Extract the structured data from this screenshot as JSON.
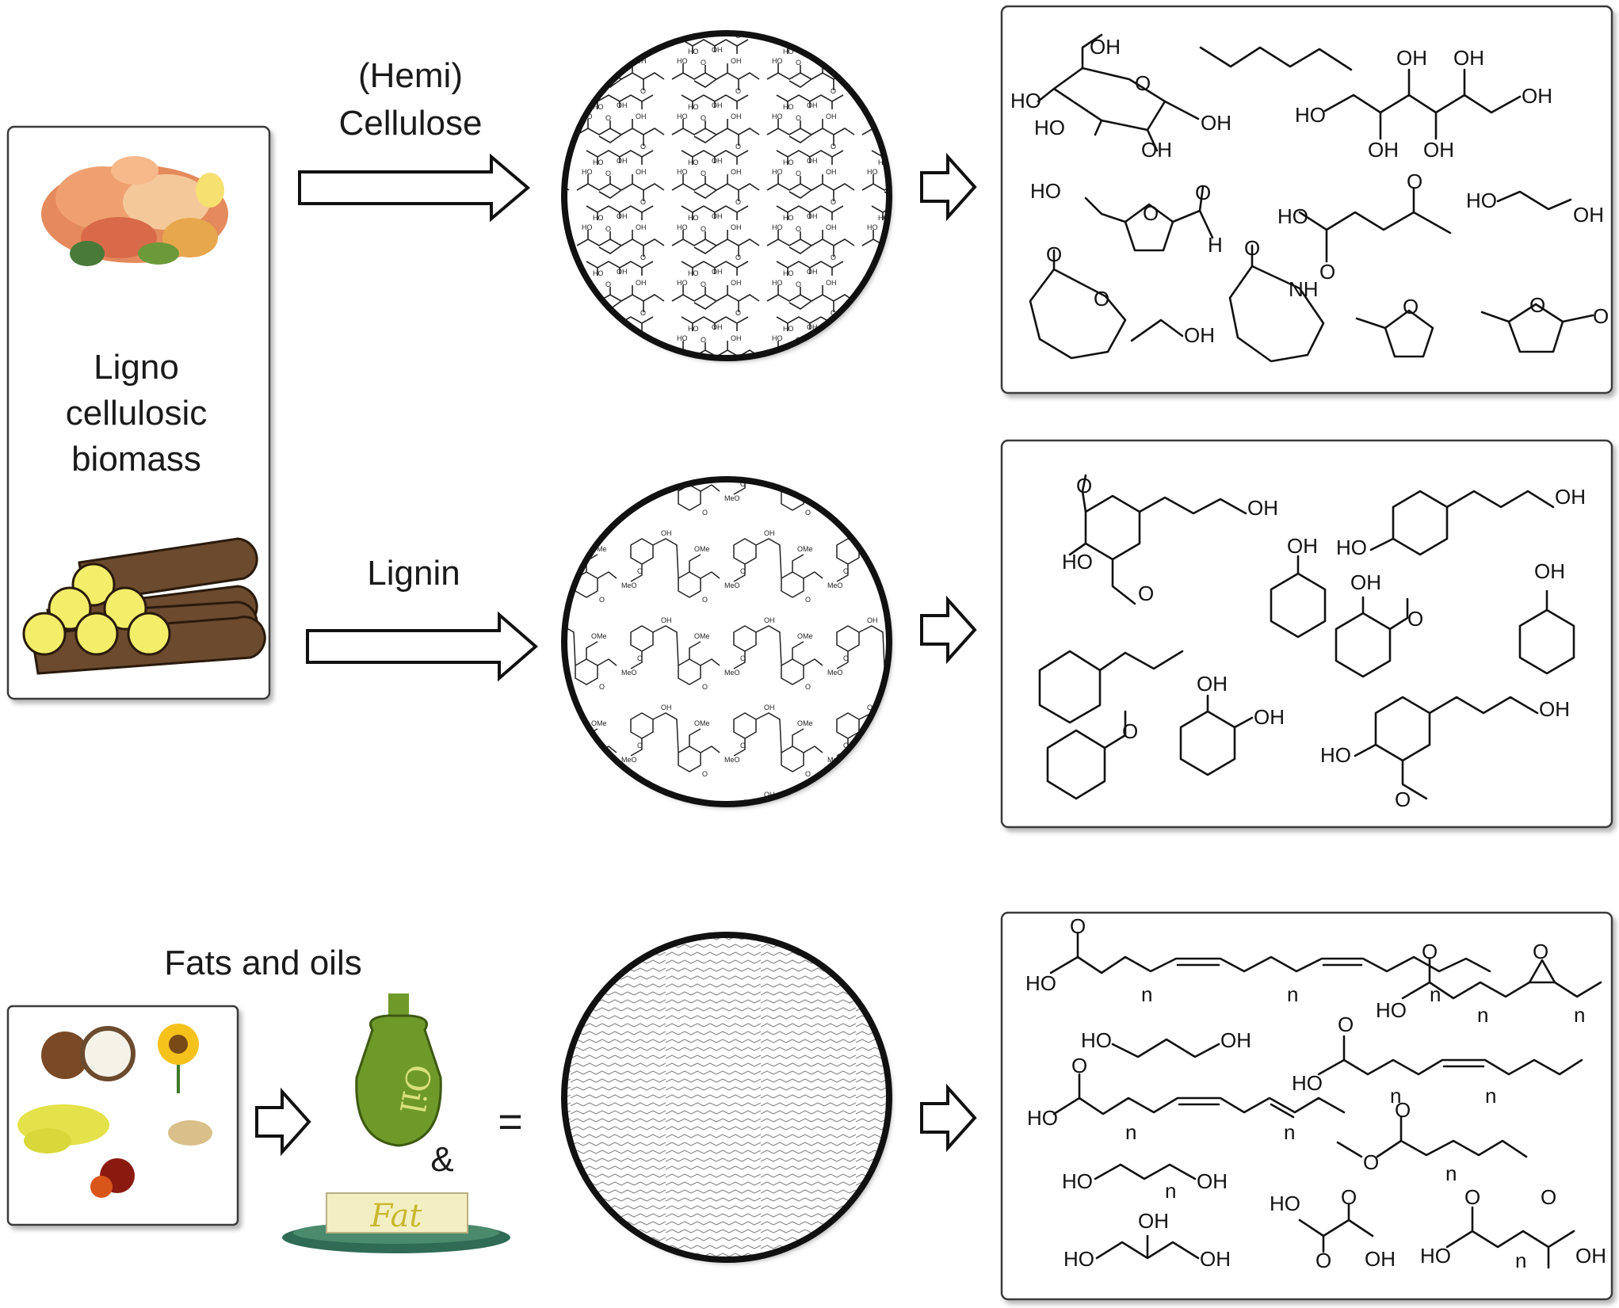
{
  "labels": {
    "hemicellulose_line1": "(Hemi)",
    "hemicellulose_line2": "Cellulose",
    "ligno_line1": "Ligno",
    "ligno_line2": "cellulosic",
    "ligno_line3": "biomass",
    "lignin": "Lignin",
    "fats_and_oils": "Fats and oils",
    "oil_bottle_text": "Oil",
    "fat_block_text": "Fat",
    "ampersand": "&",
    "equals": "="
  },
  "atoms": {
    "OH": "OH",
    "HO": "HO",
    "O": "O",
    "H": "H",
    "NH": "NH",
    "n": "n",
    "MeO": "MeO",
    "OMe": "OMe",
    "Lignin": "Lignin"
  },
  "colors": {
    "panel_border": "#3a3a3a",
    "log_wood": "#6b4a2e",
    "log_end": "#f3ee6a",
    "bottle": "#6f9a2a",
    "fat_block": "#f4efc2",
    "plate": "#2f6b55"
  }
}
